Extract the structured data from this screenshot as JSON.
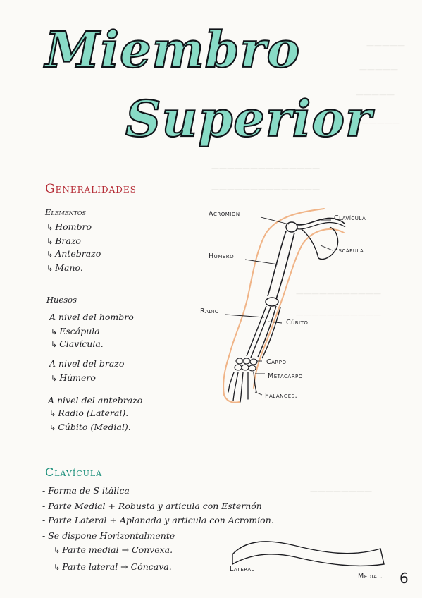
{
  "title": {
    "line1": "Miembro",
    "line2": "Superior"
  },
  "generalidades": {
    "heading": "Generalidades",
    "elementos_title": "Elementos",
    "elementos": [
      "Hombro",
      "Brazo",
      "Antebrazo",
      "Mano."
    ],
    "huesos_title": "Huesos",
    "groups": [
      {
        "title": "A nivel del hombro",
        "items": [
          "Escápula",
          "Clavícula."
        ]
      },
      {
        "title": "A nivel del brazo",
        "items": [
          "Húmero"
        ]
      },
      {
        "title": "A nivel del antebrazo",
        "items": [
          "Radio (Lateral).",
          "Cúbito (Medial)."
        ]
      }
    ]
  },
  "diagram_labels": {
    "acromion": "Acromion",
    "clavicula": "Clavícula",
    "escapula": "Escápula",
    "humero": "Húmero",
    "radio": "Radio",
    "cubito": "Cúbito",
    "carpo": "Carpo",
    "metacarpo": "Metacarpo",
    "falanges": "Falanges."
  },
  "clavicula": {
    "heading": "Clavícula",
    "points": [
      "- Forma de S itálica",
      "- Parte Medial + Robusta y articula con Esternón",
      "- Parte Lateral + Aplanada y articula con Acromion.",
      "- Se dispone Horizontalmente"
    ],
    "subpoints": [
      "Parte medial → Convexa.",
      "Parte lateral → Cóncava."
    ],
    "sketch_lateral": "Lateral",
    "sketch_medial": "Medial."
  },
  "page_number": "6",
  "colors": {
    "title_fill": "#88dbc6",
    "heading_red": "#b52b35",
    "skin_outline": "#f0b487",
    "ink": "#1d1d22"
  }
}
